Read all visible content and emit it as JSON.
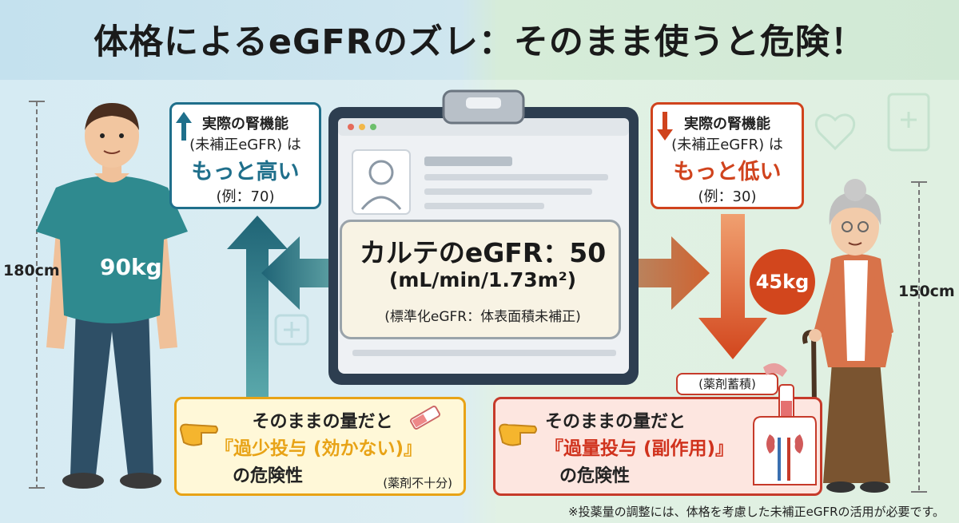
{
  "title": "体格によるeGFRのズレ：そのまま使うと危険！",
  "left": {
    "height": "180cm",
    "weight": "90kg",
    "info": {
      "line1": "実際の腎機能",
      "line2": "(未補正eGFR) は",
      "emph": "もっと高い",
      "example": "(例：70)"
    },
    "warning": {
      "line1": "そのままの量だと",
      "emph": "『過少投与 (効かない)』",
      "line3": "の危険性",
      "note": "(薬剤不十分)"
    }
  },
  "center": {
    "egfr": "カルテのeGFR：50",
    "unit": "(mL/min/1.73m²)",
    "note": "(標準化eGFR：体表面積未補正)"
  },
  "right": {
    "height": "150cm",
    "weight": "45kg",
    "accumulation": "(薬剤蓄積)",
    "info": {
      "line1": "実際の腎機能",
      "line2": "(未補正eGFR) は",
      "emph": "もっと低い",
      "example": "(例：30)"
    },
    "warning": {
      "line1": "そのままの量だと",
      "emph": "『過量投与 (副作用)』",
      "line3": "の危険性"
    }
  },
  "footer": "※投薬量の調整には、体格を考慮した未補正eGFRの活用が必要です。",
  "colors": {
    "blue_accent": "#1f6f8b",
    "red_accent": "#d0431d",
    "yellow_accent": "#e8a316",
    "left_bg": "#d6ebf3",
    "right_bg": "#e1f1e4"
  }
}
